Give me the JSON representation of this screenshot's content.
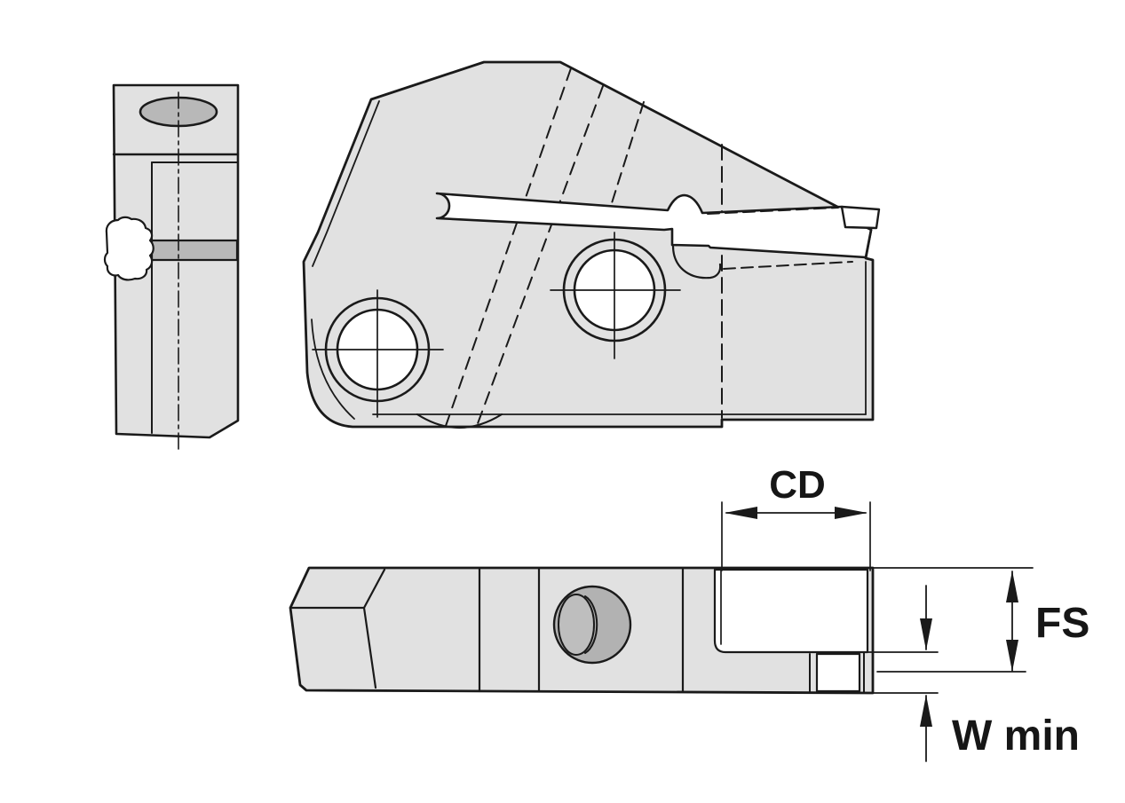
{
  "drawing": {
    "labels": {
      "cd": "CD",
      "fs": "FS",
      "w_min": "W min"
    },
    "colors": {
      "background": "#ffffff",
      "outline": "#1a1a1a",
      "body_fill": "#e1e1e1",
      "shaded_fill": "#b8b8b8",
      "hole_fill": "#b2b2b2",
      "cutout_fill": "#ffffff"
    }
  }
}
